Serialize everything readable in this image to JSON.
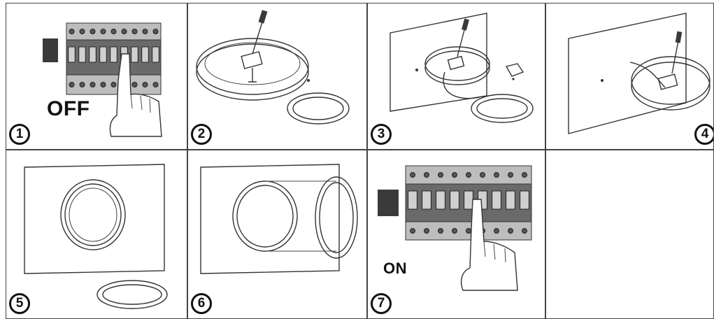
{
  "steps": [
    {
      "number": "1",
      "label": "OFF"
    },
    {
      "number": "2"
    },
    {
      "number": "3"
    },
    {
      "number": "4"
    },
    {
      "number": "5"
    },
    {
      "number": "6"
    },
    {
      "number": "7",
      "label": "ON"
    }
  ],
  "icons": {
    "breaker": "circuit-breaker-icon",
    "hand": "hand-icon",
    "screwdriver": "screwdriver-icon",
    "fixture": "light-fixture-icon",
    "ring": "trim-ring-icon",
    "wall": "wall-panel-icon"
  }
}
